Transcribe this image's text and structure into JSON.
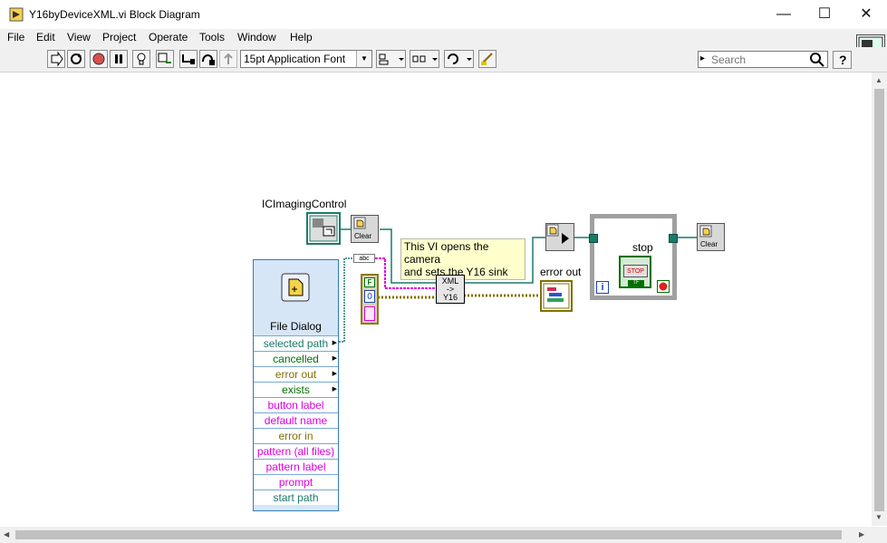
{
  "window": {
    "title": "Y16byDeviceXML.vi Block Diagram",
    "minimize": "—",
    "maximize": "☐",
    "close": "✕"
  },
  "menu": [
    "File",
    "Edit",
    "View",
    "Project",
    "Operate",
    "Tools",
    "Window",
    "Help"
  ],
  "toolbar": {
    "font": "15pt Application Font",
    "search_placeholder": "Search",
    "help": "?"
  },
  "diagram": {
    "imaging_label": "ICImagingControl",
    "clear_label_1": "Clear",
    "clear_label_2": "Clear",
    "comment": [
      "This VI opens the camera",
      "and sets the Y16 sink"
    ],
    "file_dialog_title": "File Dialog",
    "error_out_label": "error out",
    "stop_label": "stop",
    "stop_button": "STOP",
    "bool_f": "F",
    "numeric_zero": "0",
    "xml_node": [
      "XML",
      "->",
      "Y16"
    ],
    "loop_index": "i",
    "tf": "TF",
    "file_dialog_rows": [
      {
        "label": "selected path",
        "color": "#1a7a6a",
        "arrow": true
      },
      {
        "label": "cancelled",
        "color": "#007000",
        "arrow": true
      },
      {
        "label": "error out",
        "color": "#807000",
        "arrow": true
      },
      {
        "label": "exists",
        "color": "#007000",
        "arrow": true
      },
      {
        "label": "button label",
        "color": "#e000e0",
        "arrow": false
      },
      {
        "label": "default name",
        "color": "#e000e0",
        "arrow": false
      },
      {
        "label": "error in",
        "color": "#807000",
        "arrow": false
      },
      {
        "label": "pattern (all files)",
        "color": "#e000e0",
        "arrow": false
      },
      {
        "label": "pattern label",
        "color": "#e000e0",
        "arrow": false
      },
      {
        "label": "prompt",
        "color": "#e000e0",
        "arrow": false
      },
      {
        "label": "start path",
        "color": "#1a7a6a",
        "arrow": false
      }
    ]
  }
}
